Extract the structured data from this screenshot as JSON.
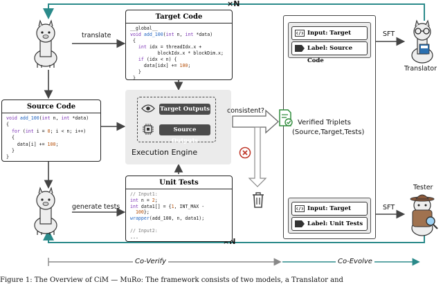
{
  "top_loop": {
    "label": "×N"
  },
  "bottom_loop": {
    "label": "×N"
  },
  "target_code": {
    "title": "Target Code",
    "lines": [
      "__global__",
      "void add_100(int n, int *data)",
      " {",
      "   int idx = threadIdx.x +",
      "          blockIdx.x * blockDim.x;",
      "   if (idx < n) {",
      "     data[idx] += 100;",
      "   }",
      " }"
    ]
  },
  "source_code": {
    "title": "Source Code",
    "lines": [
      "void add_100(int n, int *data)",
      "{",
      "  for (int i = 0; i < n; i++)",
      "  {",
      "    data[i] += 100;",
      "  }",
      "}"
    ]
  },
  "unit_tests": {
    "title": "Unit Tests",
    "lines": [
      "// Input1:",
      "int n = 2;",
      "int data1[] = {1, INT_MAX -",
      "  100};",
      "wrapper(add_100, n, data1);",
      "",
      "// Input2:",
      "..."
    ]
  },
  "engine": {
    "title": "Execution Engine",
    "target_outputs": "Target Outputs",
    "source_outputs": "Source Outputs"
  },
  "arrows": {
    "translate": "translate",
    "generate_tests": "generate tests",
    "consistent": "consistent?",
    "sft_top": "SFT",
    "sft_bottom": "SFT"
  },
  "verified": {
    "line1": "Verified Triplets",
    "line2": "(Source,Target,Tests)"
  },
  "translator_panel": {
    "input_label": "Input: Target Code",
    "label_label": "Label: Source Code"
  },
  "tester_panel": {
    "input_label": "Input: Target Code",
    "label_label": "Label: Unit Tests"
  },
  "roles": {
    "translator": "Translator",
    "tester": "Tester"
  },
  "phases": {
    "co_verify": "Co-Verify",
    "co_evolve": "Co-Evolve"
  },
  "caption": {
    "text": "Figure 1: The Overview of CiM — MuRo: The framework consists of two models, a Translator and"
  },
  "colors": {
    "teal": "#2a8a8a",
    "gray": "#555555",
    "red": "#c0392b",
    "green": "#2e8b3a"
  }
}
